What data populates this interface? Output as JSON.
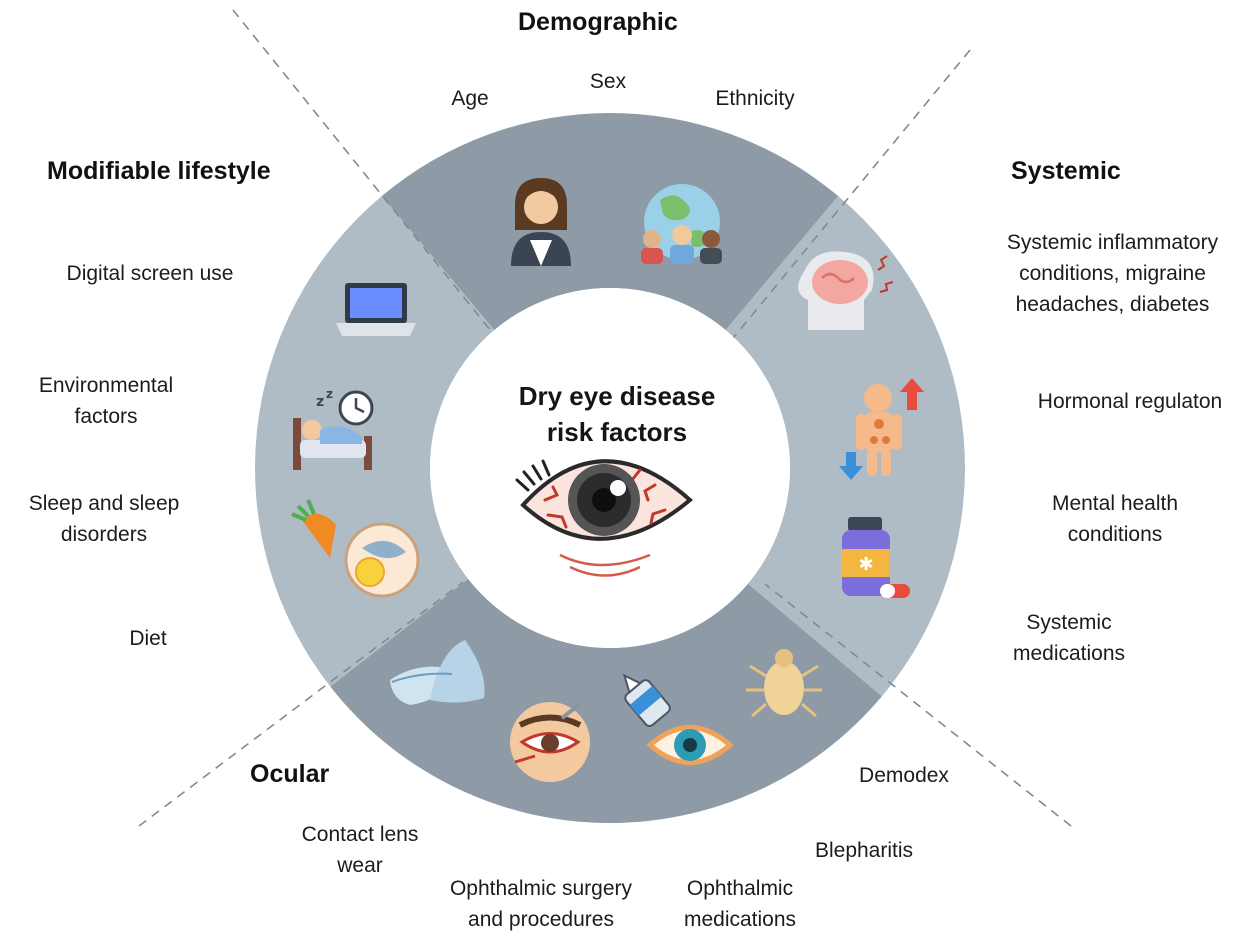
{
  "center": {
    "title_line1": "Dry eye disease",
    "title_line2": "risk factors"
  },
  "segments": {
    "demographic": {
      "title": "Demographic",
      "items": [
        "Age",
        "Sex",
        "Ethnicity"
      ]
    },
    "systemic": {
      "title": "Systemic",
      "items": [
        "Systemic inflammatory\nconditions, migraine\nheadaches, diabetes",
        "Hormonal regulaton",
        "Mental health\nconditions",
        "Systemic\nmedications"
      ]
    },
    "ocular": {
      "title": "Ocular",
      "items": [
        "Contact lens\nwear",
        "Ophthalmic surgery\nand procedures",
        "Ophthalmic\nmedications",
        "Blepharitis",
        "Demodex"
      ]
    },
    "lifestyle": {
      "title": "Modifiable lifestyle",
      "items": [
        "Digital screen use",
        "Environmental\nfactors",
        "Sleep and sleep\ndisorders",
        "Diet"
      ]
    }
  },
  "colors": {
    "ring_dark": "#8e9ba6",
    "ring_light": "#b0bcc5",
    "divider": "#7f8a93",
    "center_fill": "#ffffff"
  },
  "icons": [
    "woman-avatar-icon",
    "diverse-people-globe-icon",
    "brain-headache-icon",
    "hormone-body-icon",
    "medicine-bottle-icon",
    "contact-lens-icon",
    "eye-surgery-icon",
    "eye-drops-icon",
    "demodex-mite-icon",
    "laptop-icon",
    "sleep-clock-icon",
    "diet-food-icon",
    "red-eye-icon"
  ]
}
